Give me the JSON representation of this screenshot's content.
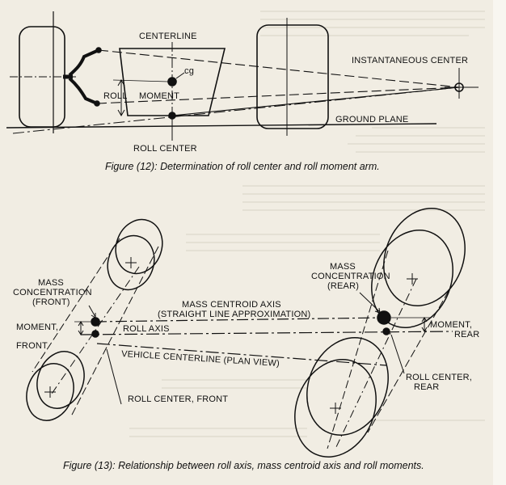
{
  "figure12": {
    "labels": {
      "centerline": "CENTERLINE",
      "cg": "cg",
      "roll": "ROLL",
      "moment": "MOMENT",
      "instantaneous_center": "INSTANTANEOUS CENTER",
      "ground_plane": "GROUND PLANE",
      "roll_center": "ROLL CENTER"
    },
    "caption": "Figure (12): Determination of roll center and roll moment arm."
  },
  "figure13": {
    "labels": {
      "mass_front_1": "MASS",
      "mass_front_2": "CONCENTRATION",
      "mass_front_3": "(FRONT)",
      "mass_rear_1": "MASS",
      "mass_rear_2": "CONCENTRATION",
      "mass_rear_3": "(REAR)",
      "centroid_axis_1": "MASS CENTROID AXIS",
      "centroid_axis_2": "(STRAIGHT LINE APPROXIMATION)",
      "moment_front_1": "MOMENT,",
      "moment_front_2": "FRONT",
      "roll_axis": "ROLL AXIS",
      "moment_rear_1": "MOMENT,",
      "moment_rear_2": "REAR",
      "vehicle_centerline": "VEHICLE CENTERLINE (PLAN VIEW)",
      "roll_center_rear_1": "ROLL CENTER,",
      "roll_center_rear_2": "REAR",
      "roll_center_front": "ROLL CENTER, FRONT"
    },
    "caption": "Figure (13): Relationship between roll axis, mass centroid axis and roll moments."
  }
}
